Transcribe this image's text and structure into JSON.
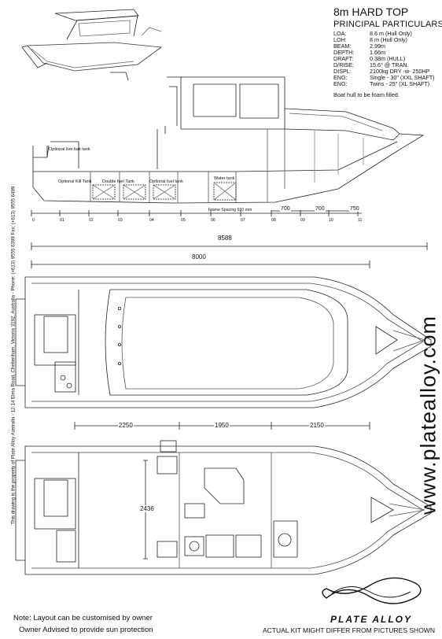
{
  "title": "8m HARD TOP",
  "subtitle": "PRINCIPAL PARTICULARS",
  "particulars": [
    {
      "key": "LOA:",
      "value": "8.6 m (Hull Only)"
    },
    {
      "key": "LOH:",
      "value": "8 m (Hull Only)"
    },
    {
      "key": "BEAM:",
      "value": "2.99m"
    },
    {
      "key": "DEPTH:",
      "value": "1.66m"
    },
    {
      "key": "DRAFT:",
      "value": "0.38m (HULL)"
    },
    {
      "key": "D/RISE:",
      "value": "15.6° @ TRAN."
    },
    {
      "key": "DISPL:",
      "value": "2100kg DRY -w- 250HP"
    },
    {
      "key": "ENG:",
      "value": "Single - 30\" (XXL SHAFT)"
    },
    {
      "key": "ENG:",
      "value": "Twins - 25\" (XL SHAFT)"
    }
  ],
  "foam_note": "Boat hull to be foam filled.",
  "side_profile": {
    "tanks": {
      "live_bait": "Optional live bait tank",
      "kill": "Optional Kill Tank",
      "double_fuel": "Double fuel Tank",
      "fuel": "Optional fuel tank",
      "water": "Water tank"
    },
    "frame_spacing": "Frame Spacing 650 mm",
    "frame_numbers": [
      "0",
      "01",
      "02",
      "03",
      "04",
      "05",
      "06",
      "07",
      "08",
      "09",
      "10",
      "11"
    ],
    "spacings": [
      "700",
      "700",
      "750"
    ]
  },
  "dimensions": {
    "overall": "8588",
    "hull": "8000",
    "section_a": "2250",
    "section_b": "1950",
    "section_c": "2150",
    "beam": "2436"
  },
  "sidebar_text": "This drawing is the property of Plate Alloy Australia - 12-14 Elma Road, Cheltenham, Victoria 3192, Australia - Phone: (+613) 9555 6399  Fax: (+613) 9555 6499",
  "website": "www.platealloy.com",
  "notes": {
    "layout": "Note: Layout can be customised by owner",
    "sun": "Owner Advised to provide sun protection",
    "kit": "ACTUAL KIT MIGHT DIFFER FROM PICTURES SHOWN"
  },
  "logo_text": "PLATE ALLOY"
}
